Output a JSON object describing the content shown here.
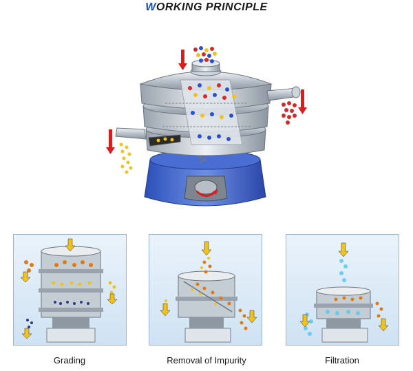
{
  "title": {
    "first_letter": "W",
    "rest": "ORKING PRINCIPLE"
  },
  "panels": [
    {
      "caption": "Grading"
    },
    {
      "caption": "Removal of Impurity"
    },
    {
      "caption": "Filtration"
    }
  ],
  "colors": {
    "arrow": "#d81e1e",
    "base": "#3b63c9",
    "steel": "#bfc6cf",
    "particles": [
      "#d62a2a",
      "#2a4fd6",
      "#f2c218",
      "#e07a10"
    ]
  }
}
